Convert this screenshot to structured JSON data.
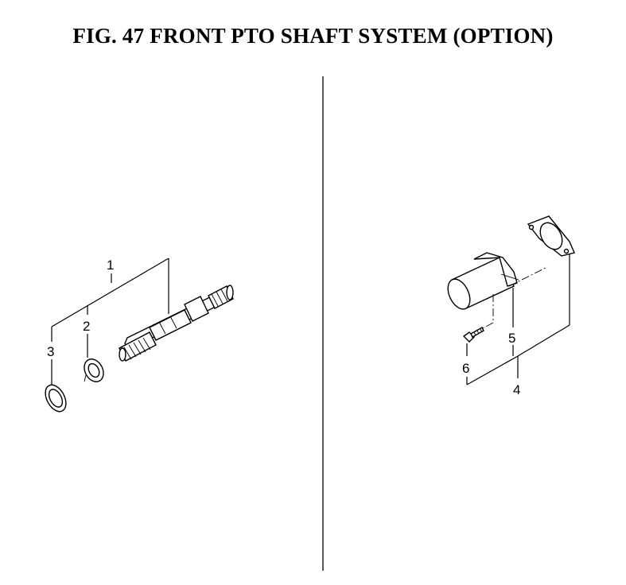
{
  "title": "FIG. 47  FRONT PTO SHAFT SYSTEM (OPTION)",
  "callouts": {
    "c1": "1",
    "c2": "2",
    "c3": "3",
    "c4": "4",
    "c5": "5",
    "c6": "6"
  }
}
